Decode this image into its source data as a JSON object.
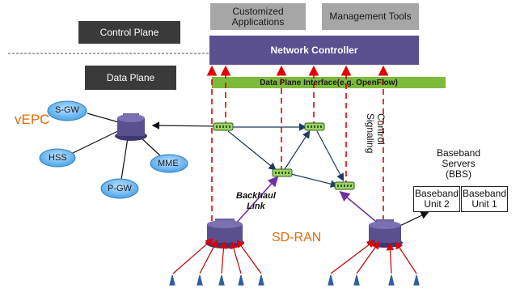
{
  "planes": {
    "control": "Control Plane",
    "data": "Data Plane"
  },
  "apps": {
    "customized": [
      "Customized",
      "Applications"
    ],
    "management": "Management Tools"
  },
  "controller": "Network Controller",
  "interface": "Data Plane Interface(e.g. OpenFlow)",
  "vepc": {
    "label": "vEPC",
    "clouds": [
      "S-GW",
      "HSS",
      "MME",
      "P-GW"
    ]
  },
  "sdran": "SD-RAN",
  "backhaul": [
    "Backhaul",
    "Link"
  ],
  "control_signaling": [
    "Control",
    "Signaling"
  ],
  "bbs": {
    "title": [
      "Baseband",
      "Servers",
      "(BBS)"
    ],
    "unit2": [
      "Baseband",
      "Unit 2"
    ],
    "unit1": [
      "Baseband",
      "Unit 1"
    ]
  },
  "colors": {
    "controller": "#5a4f8f",
    "interface": "#7dbb3a",
    "label_orange": "#e36c0a",
    "control_arrow": "#e00000",
    "backhaul_arrow": "#7030a0",
    "link": "#1f3864"
  }
}
